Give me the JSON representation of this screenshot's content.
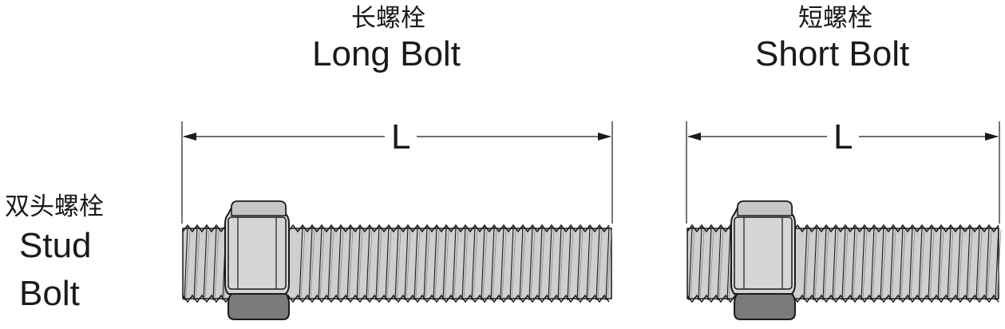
{
  "left_panel": {
    "title_cn": "双头螺栓",
    "title_en_line1": "Stud",
    "title_en_line2": "Bolt"
  },
  "long_bolt": {
    "title_cn": "长螺栓",
    "title_en": "Long Bolt",
    "dimension_label": "L"
  },
  "short_bolt": {
    "title_cn": "短螺栓",
    "title_en": "Short Bolt",
    "dimension_label": "L"
  },
  "colors": {
    "thread_fill": "#cfcfcf",
    "nut_top": "#d4d4d4",
    "nut_bottom": "#7a7a7a",
    "outline": "#1a1a1a"
  }
}
